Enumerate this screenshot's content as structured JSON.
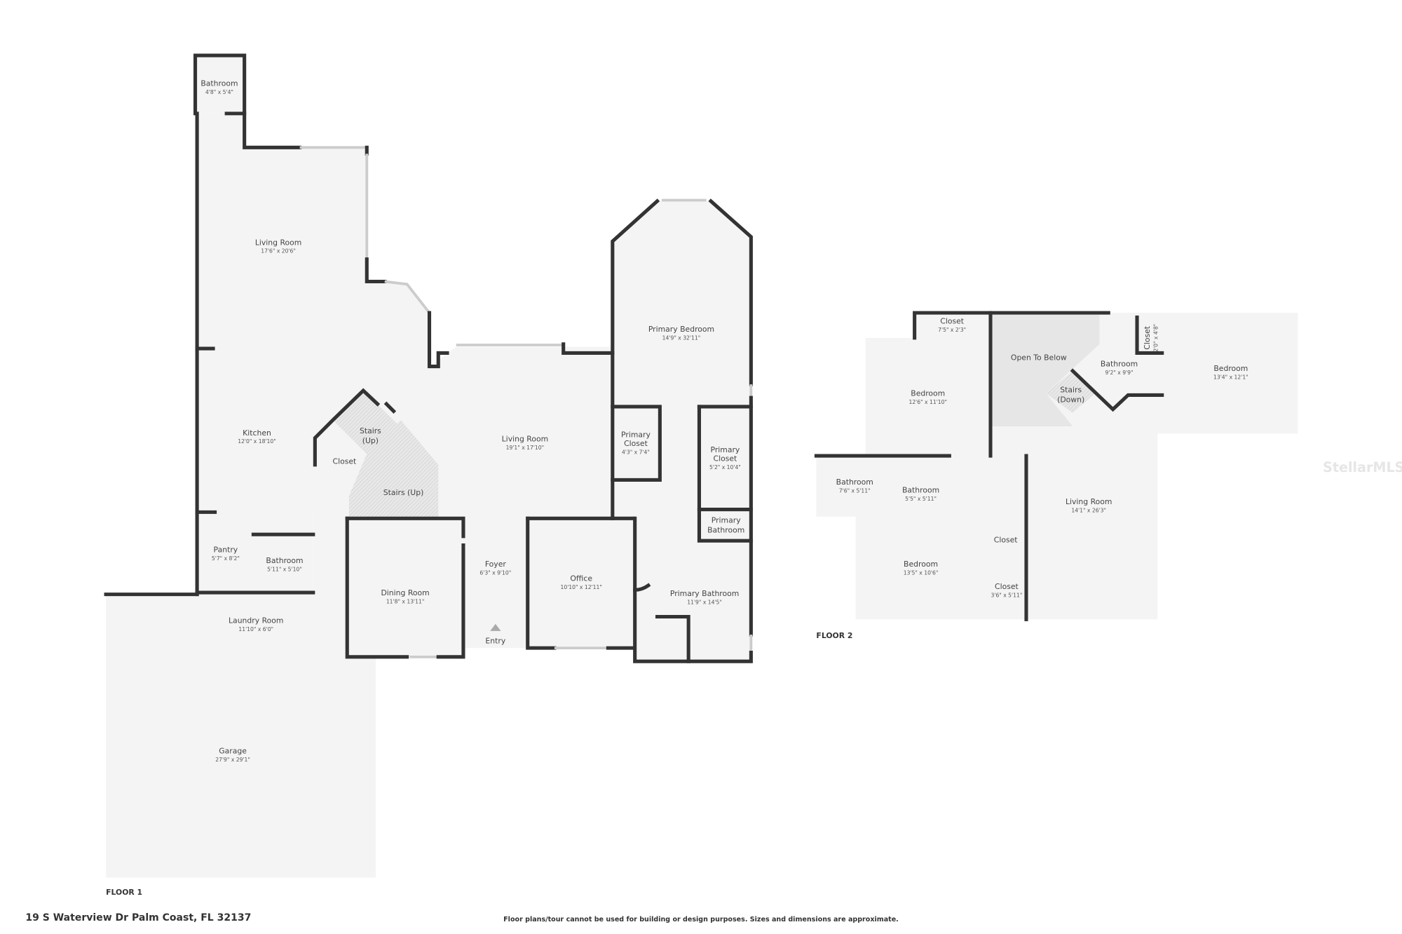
{
  "address": "19 S Waterview Dr Palm Coast, FL 32137",
  "disclaimer": "Floor plans/tour cannot be used for building or design purposes. Sizes and dimensions are approximate.",
  "watermark": "StellarMLS",
  "colors": {
    "wall": "#333333",
    "room_fill": "#f4f4f4",
    "open_to_below": "#e6e6e6",
    "stairs_hatch": "#dcdcdc"
  },
  "floor1": {
    "label": "FLOOR 1",
    "entry": "Entry",
    "rooms": [
      {
        "name": "Bathroom",
        "dims": "4'8\" x 5'4\""
      },
      {
        "name": "Living Room",
        "dims": "17'6\" x 20'6\""
      },
      {
        "name": "Kitchen",
        "dims": "12'0\" x 18'10\""
      },
      {
        "name": "Stairs",
        "name2": "(Up)"
      },
      {
        "name": "Closet"
      },
      {
        "name": "Stairs (Up)"
      },
      {
        "name": "Living Room",
        "dims": "19'1\" x 17'10\""
      },
      {
        "name": "Primary Bedroom",
        "dims": "14'9\" x 32'11\""
      },
      {
        "name": "Primary",
        "name2": "Closet",
        "dims": "4'3\" x 7'4\""
      },
      {
        "name": "Primary",
        "name2": "Closet",
        "dims": "5'2\" x 10'4\""
      },
      {
        "name": "Primary",
        "name2": "Bathroom"
      },
      {
        "name": "Pantry",
        "dims": "5'7\" x 8'2\""
      },
      {
        "name": "Bathroom",
        "dims": "5'11\" x 5'10\""
      },
      {
        "name": "Dining Room",
        "dims": "11'8\" x 13'11\""
      },
      {
        "name": "Foyer",
        "dims": "6'3\" x 9'10\""
      },
      {
        "name": "Office",
        "dims": "10'10\" x 12'11\""
      },
      {
        "name": "Primary Bathroom",
        "dims": "11'9\" x 14'5\""
      },
      {
        "name": "Laundry Room",
        "dims": "11'10\" x 6'0\""
      },
      {
        "name": "Garage",
        "dims": "27'9\" x 29'1\""
      }
    ]
  },
  "floor2": {
    "label": "FLOOR 2",
    "rooms": [
      {
        "name": "Closet",
        "dims": "7'5\" x 2'3\""
      },
      {
        "name": "Open To Below"
      },
      {
        "name": "Bathroom",
        "dims": "9'2\" x 9'9\""
      },
      {
        "name": "Closet",
        "dims": "2'0\" x 4'8\""
      },
      {
        "name": "Bedroom",
        "dims": "13'4\" x 12'1\""
      },
      {
        "name": "Bedroom",
        "dims": "12'6\" x 11'10\""
      },
      {
        "name": "Stairs",
        "name2": "(Down)"
      },
      {
        "name": "Bathroom",
        "dims": "7'6\" x 5'11\""
      },
      {
        "name": "Bathroom",
        "dims": "5'5\" x 5'11\""
      },
      {
        "name": "Living Room",
        "dims": "14'1\" x 26'3\""
      },
      {
        "name": "Closet"
      },
      {
        "name": "Bedroom",
        "dims": "13'5\" x 10'6\""
      },
      {
        "name": "Closet",
        "dims": "3'6\" x 5'11\""
      }
    ]
  }
}
